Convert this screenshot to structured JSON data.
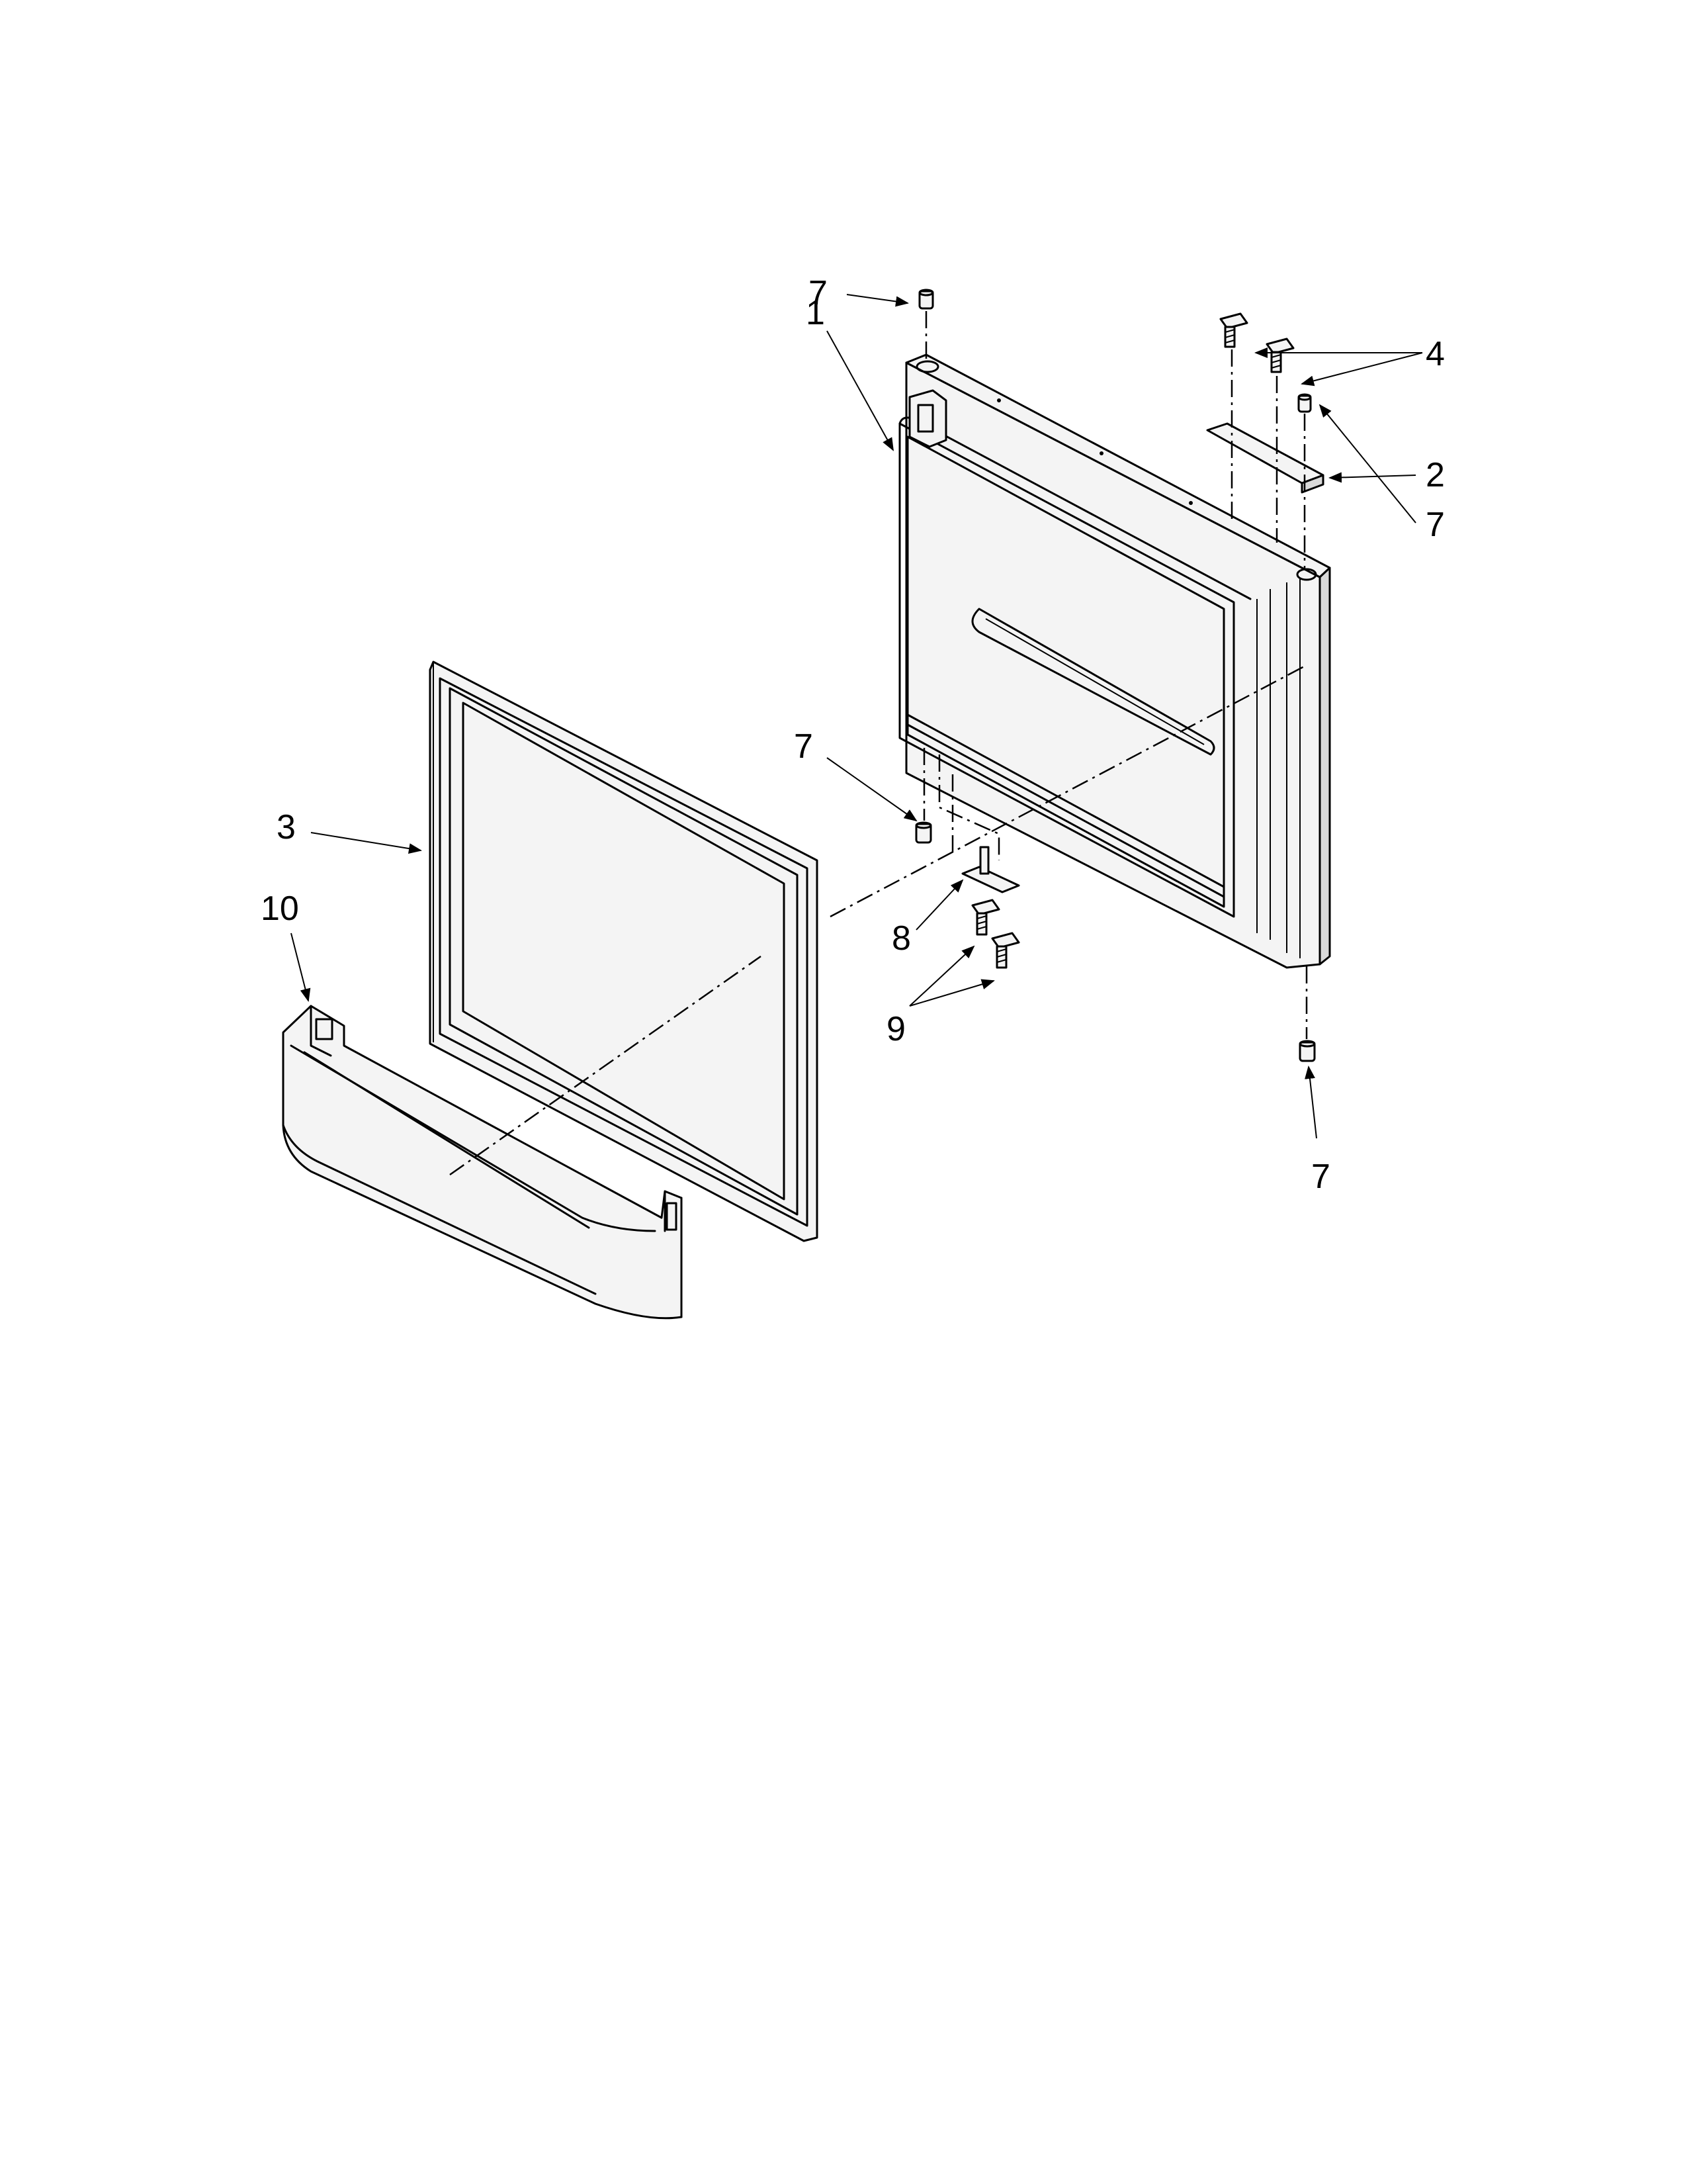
{
  "diagram": {
    "callouts": {
      "door": "1",
      "hinge_plate": "2",
      "gasket": "3",
      "screws_top": "4",
      "plug_top_left": "7",
      "plug_top_right": "7",
      "plug_middle": "7",
      "plug_bottom_right": "7",
      "bottom_hinge": "8",
      "screws_bottom": "9",
      "door_bin": "10"
    }
  }
}
